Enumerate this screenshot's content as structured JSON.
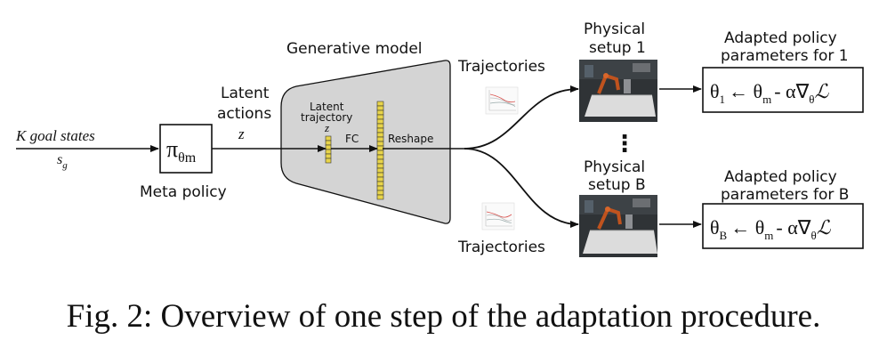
{
  "diagram": {
    "input": {
      "label": "K goal states",
      "symbol": "s",
      "subscript": "g"
    },
    "meta_policy": {
      "symbol": "π",
      "subscript": "θm",
      "label": "Meta policy"
    },
    "latent_actions": {
      "label_line1": "Latent",
      "label_line2": "actions",
      "symbol": "z"
    },
    "generative_model": {
      "title": "Generative model",
      "latent_traj_line1": "Latent",
      "latent_traj_line2": "trajectory",
      "latent_symbol": "z",
      "fc_label": "FC",
      "reshape_label": "Reshape"
    },
    "trajectories_top": "Trajectories",
    "trajectories_bottom": "Trajectories",
    "setup_1": {
      "line1": "Physical",
      "line2": "setup 1"
    },
    "setup_b": {
      "line1": "Physical",
      "line2": "setup B"
    },
    "ellipsis": "⋮",
    "adapted_1": {
      "title_line1": "Adapted policy",
      "title_line2": "parameters for 1",
      "formula_theta": "θ",
      "formula_sub": "1",
      "formula_rest": "← θ",
      "formula_m": "m",
      "formula_tail": "- α∇",
      "formula_grad_sub": "θ",
      "formula_loss": "ℒ"
    },
    "adapted_b": {
      "title_line1": "Adapted policy",
      "title_line2": "parameters for B",
      "formula_theta": "θ",
      "formula_sub": "B",
      "formula_rest": "← θ",
      "formula_m": "m",
      "formula_tail": "- α∇",
      "formula_grad_sub": "θ",
      "formula_loss": "ℒ"
    },
    "colors": {
      "generative_fill": "#d4d4d4",
      "vector_fill": "#e8d44a",
      "photo_dark": "#2f3336",
      "table": "#dcdcdc"
    }
  },
  "caption": "Fig. 2: Overview of one step of the adaptation procedure."
}
